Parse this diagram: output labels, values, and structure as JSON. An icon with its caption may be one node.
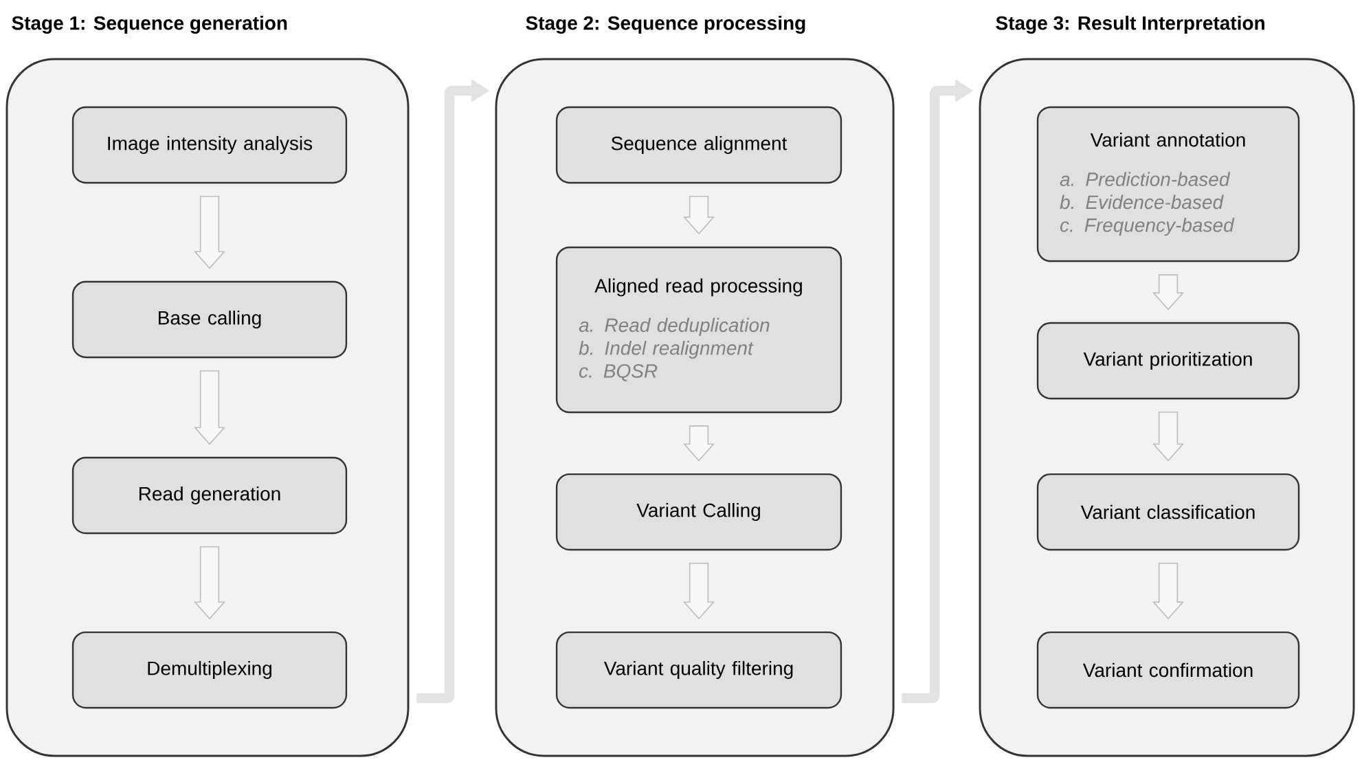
{
  "diagram": {
    "nodes": [
      {
        "text": [
          "Stage 1: Sequence generation"
        ]
      },
      {
        "text": [
          "Image intensity analysis"
        ],
        "in": 0
      },
      {
        "text": [
          "Base calling"
        ],
        "in": 0
      },
      {
        "text": [
          "Read generation"
        ],
        "in": 0
      },
      {
        "text": [
          "Demultiplexing"
        ],
        "in": 0
      },
      {
        "text": [
          "Stage 2: Sequence processing"
        ]
      },
      {
        "text": [
          "Sequence alignment"
        ],
        "in": 5
      },
      {
        "text": [
          "Aligned read processing",
          "a. Read deduplication",
          "b. Indel realignment",
          "c. BQSR"
        ],
        "in": 5
      },
      {
        "text": [
          "Variant Calling"
        ],
        "in": 5
      },
      {
        "text": [
          "Variant quality filtering"
        ],
        "in": 5
      },
      {
        "text": [
          "Stage 3: Result Interpretation"
        ]
      },
      {
        "text": [
          "Variant annotation",
          "a. Prediction-based",
          "b. Evidence-based",
          "c. Frequency-based"
        ],
        "in": 10
      },
      {
        "text": [
          "Variant prioritization"
        ],
        "in": 10
      },
      {
        "text": [
          "Variant classification"
        ],
        "in": 10
      },
      {
        "text": [
          "Variant confirmation"
        ],
        "in": 10
      }
    ],
    "edges": [
      {
        "from": 1,
        "to": 2,
        "arrow": "to"
      },
      {
        "from": 2,
        "to": 3,
        "arrow": "to"
      },
      {
        "from": 3,
        "to": 4,
        "arrow": "to"
      },
      {
        "from": 0,
        "to": 5,
        "arrow": "to"
      },
      {
        "from": 6,
        "to": 7,
        "arrow": "to"
      },
      {
        "from": 7,
        "to": 8,
        "arrow": "to"
      },
      {
        "from": 8,
        "to": 9,
        "arrow": "to"
      },
      {
        "from": 5,
        "to": 10,
        "arrow": "to"
      },
      {
        "from": 11,
        "to": 12,
        "arrow": "to"
      },
      {
        "from": 12,
        "to": 13,
        "arrow": "to"
      },
      {
        "from": 13,
        "to": 14,
        "arrow": "to"
      }
    ]
  }
}
